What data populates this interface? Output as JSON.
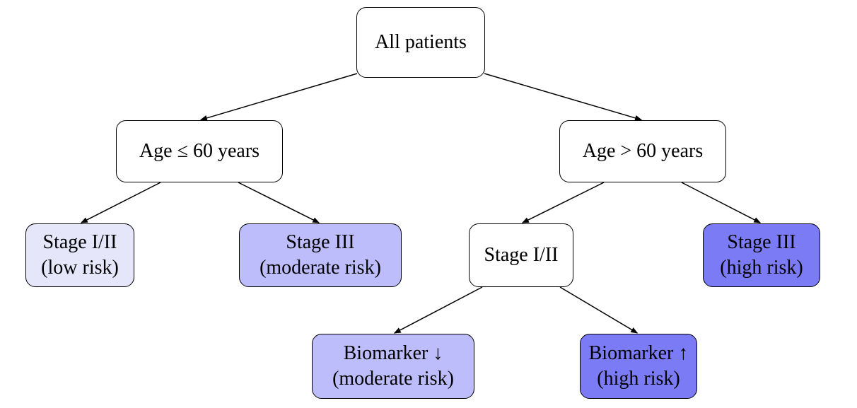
{
  "nodes": {
    "all": {
      "lines": [
        "All patients"
      ],
      "fill": "#ffffff"
    },
    "age_le": {
      "lines": [
        "Age ≤ 60 years"
      ],
      "fill": "#ffffff"
    },
    "age_gt": {
      "lines": [
        "Age > 60 years"
      ],
      "fill": "#ffffff"
    },
    "s12_low": {
      "lines": [
        "Stage I/II",
        "(low risk)"
      ],
      "fill": "#e6e6fb"
    },
    "s3_mod": {
      "lines": [
        "Stage III",
        "(moderate risk)"
      ],
      "fill": "#bdbdfb"
    },
    "s12": {
      "lines": [
        "Stage I/II"
      ],
      "fill": "#ffffff"
    },
    "s3_high": {
      "lines": [
        "Stage III",
        "(high risk)"
      ],
      "fill": "#7b7bf5"
    },
    "bio_down": {
      "lines": [
        "Biomarker ↓",
        "(moderate risk)"
      ],
      "fill": "#bdbdfb"
    },
    "bio_up": {
      "lines": [
        "Biomarker ↑",
        "(high risk)"
      ],
      "fill": "#7b7bf5"
    }
  },
  "edges": [
    {
      "from": "all",
      "to": "age_le"
    },
    {
      "from": "all",
      "to": "age_gt"
    },
    {
      "from": "age_le",
      "to": "s12_low"
    },
    {
      "from": "age_le",
      "to": "s3_mod"
    },
    {
      "from": "age_gt",
      "to": "s12"
    },
    {
      "from": "age_gt",
      "to": "s3_high"
    },
    {
      "from": "s12",
      "to": "bio_down"
    },
    {
      "from": "s12",
      "to": "bio_up"
    }
  ],
  "colors": {
    "stroke": "#000000",
    "low_risk": "#e6e6fb",
    "moderate_risk": "#bdbdfb",
    "high_risk": "#7b7bf5"
  }
}
